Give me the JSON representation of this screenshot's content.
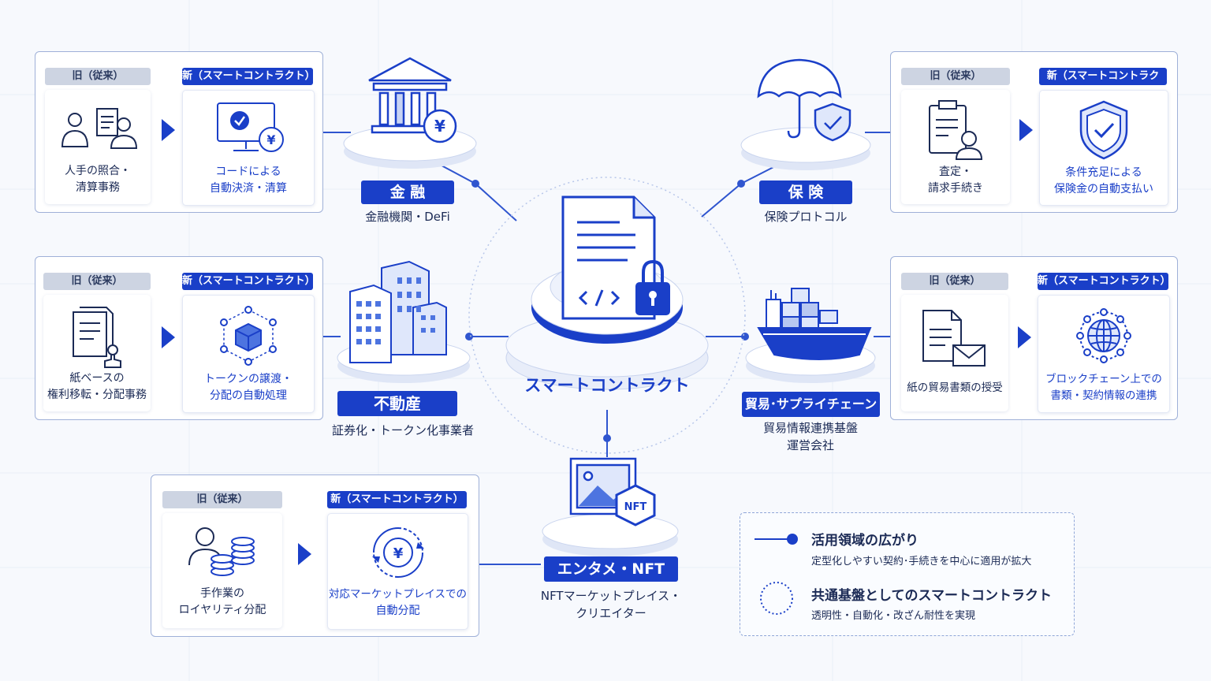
{
  "tags": {
    "old": "旧（従来）",
    "new": "新（スマートコントラクト）"
  },
  "center": {
    "title": "スマートコントラクト"
  },
  "sectors": {
    "finance": {
      "label": "金 融",
      "sub": "金融機関・DeFi",
      "old_cap": [
        "人手の照合・",
        "清算事務"
      ],
      "new_cap": [
        "コードによる",
        "自動決済・清算"
      ]
    },
    "insurance": {
      "label": "保 険",
      "sub": "保険プロトコル",
      "old_cap": [
        "査定・",
        "請求手続き"
      ],
      "new_cap": [
        "条件充足による",
        "保険金の自動支払い"
      ]
    },
    "realestate": {
      "label": "不動産",
      "sub": "証券化・トークン化事業者",
      "old_cap": [
        "紙ベースの",
        "権利移転・分配事務"
      ],
      "new_cap": [
        "トークンの譲渡・",
        "分配の自動処理"
      ]
    },
    "trade": {
      "label": "貿易･サプライチェーン",
      "sub": [
        "貿易情報連携基盤",
        "運営会社"
      ],
      "old_cap": [
        "紙の貿易書類の授受"
      ],
      "new_cap": [
        "ブロックチェーン上での",
        "書類・契約情報の連携"
      ]
    },
    "nft": {
      "label": "エンタメ・NFT",
      "sub": [
        "NFTマーケットプレイス・",
        "クリエイター"
      ],
      "old_cap": [
        "手作業の",
        "ロイヤリティ分配"
      ],
      "new_cap": [
        "対応マーケットプレイスでの",
        "自動分配"
      ],
      "badge": "NFT"
    }
  },
  "legend": {
    "item1": {
      "title": "活用領域の広がり",
      "desc": "定型化しやすい契約･手続きを中心に適用が拡大"
    },
    "item2": {
      "title": "共通基盤としてのスマートコントラクト",
      "desc": "透明性・自動化・改ざん耐性を実現"
    }
  },
  "colors": {
    "accent": "#1a3fc8",
    "line": "#2f55cf",
    "old_tag": "#cdd4e2",
    "panel_border": "#9fb0d8"
  }
}
